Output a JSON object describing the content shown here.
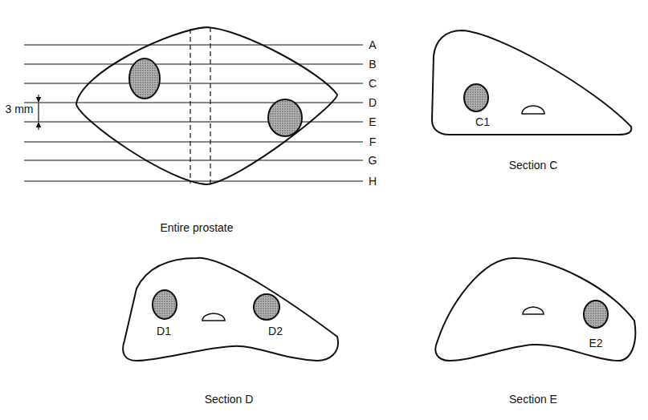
{
  "diagram": {
    "labels": [
      "A",
      "B",
      "C",
      "D",
      "E",
      "F",
      "G",
      "H",
      "3 mm",
      "Entire prostate",
      "Section C",
      "C1",
      "Section D",
      "D1",
      "D2",
      "Section E",
      "E2"
    ]
  }
}
